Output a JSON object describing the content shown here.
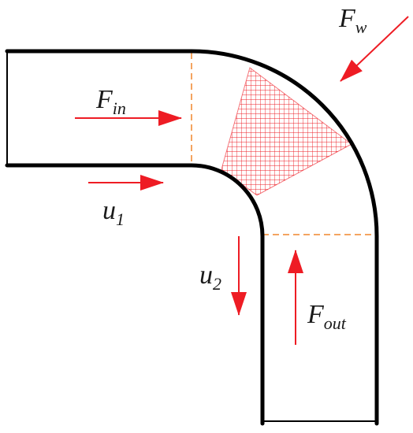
{
  "diagram": {
    "labels": {
      "f_in": {
        "main": "F",
        "sub": "in"
      },
      "f_out": {
        "main": "F",
        "sub": "out"
      },
      "f_w": {
        "main": "F",
        "sub": "w"
      },
      "u1": {
        "main": "u",
        "sub": "1"
      },
      "u2": {
        "main": "u",
        "sub": "2"
      }
    },
    "colors": {
      "pipe": "#000000",
      "arrow": "#ee1c24",
      "section_line": "#f4a460",
      "hatch": "#ee1c24"
    }
  }
}
